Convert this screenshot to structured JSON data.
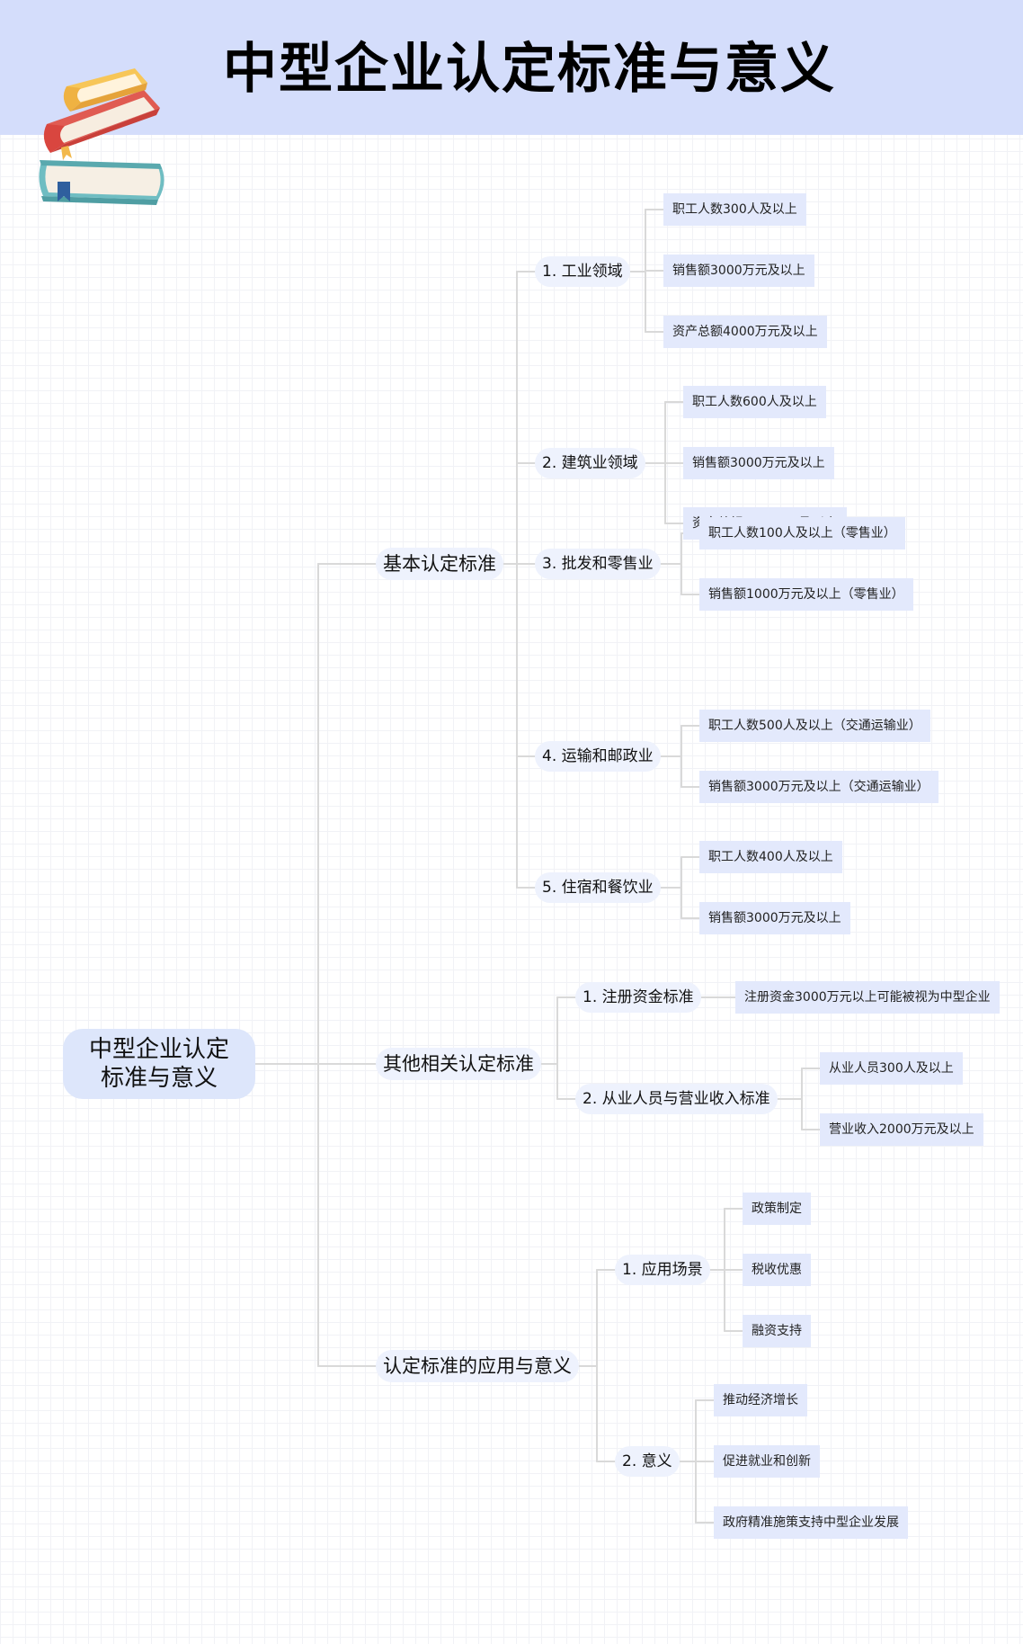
{
  "header": {
    "title": "中型企业认定标准与意义"
  },
  "mindmap": {
    "root": {
      "line1": "中型企业认定",
      "line2": "标准与意义"
    },
    "branches": [
      {
        "label": "基本认定标准",
        "children": [
          {
            "label": "1. 工业领域",
            "leaves": [
              "职工人数300人及以上",
              "销售额3000万元及以上",
              "资产总额4000万元及以上"
            ]
          },
          {
            "label": "2. 建筑业领域",
            "leaves": [
              "职工人数600人及以上",
              "销售额3000万元及以上",
              "资产总额4000万元及以上"
            ]
          },
          {
            "label": "3. 批发和零售业",
            "leaves": [
              "职工人数100人及以上（零售业）",
              "销售额1000万元及以上（零售业）"
            ]
          },
          {
            "label": "4. 运输和邮政业",
            "leaves": [
              "职工人数500人及以上（交通运输业）",
              "销售额3000万元及以上（交通运输业）"
            ]
          },
          {
            "label": "5. 住宿和餐饮业",
            "leaves": [
              "职工人数400人及以上",
              "销售额3000万元及以上"
            ]
          }
        ]
      },
      {
        "label": "其他相关认定标准",
        "children": [
          {
            "label": "1. 注册资金标准",
            "leaves": [
              "注册资金3000万元以上可能被视为中型企业"
            ]
          },
          {
            "label": "2. 从业人员与营业收入标准",
            "leaves": [
              "从业人员300人及以上",
              "营业收入2000万元及以上"
            ]
          }
        ]
      },
      {
        "label": "认定标准的应用与意义",
        "children": [
          {
            "label": "1. 应用场景",
            "leaves": [
              "政策制定",
              "税收优惠",
              "融资支持"
            ]
          },
          {
            "label": "2. 意义",
            "leaves": [
              "推动经济增长",
              "促进就业和创新",
              "政府精准施策支持中型企业发展"
            ]
          }
        ]
      }
    ]
  },
  "colors": {
    "header_bg": "#d4ddfb",
    "root_bg": "#dde6fb",
    "node_bg": "#eef2fd",
    "leaf_bg": "#e3e9fc",
    "connector": "#d9d9d9"
  },
  "illustration": {
    "icon": "stacked-books-icon"
  }
}
